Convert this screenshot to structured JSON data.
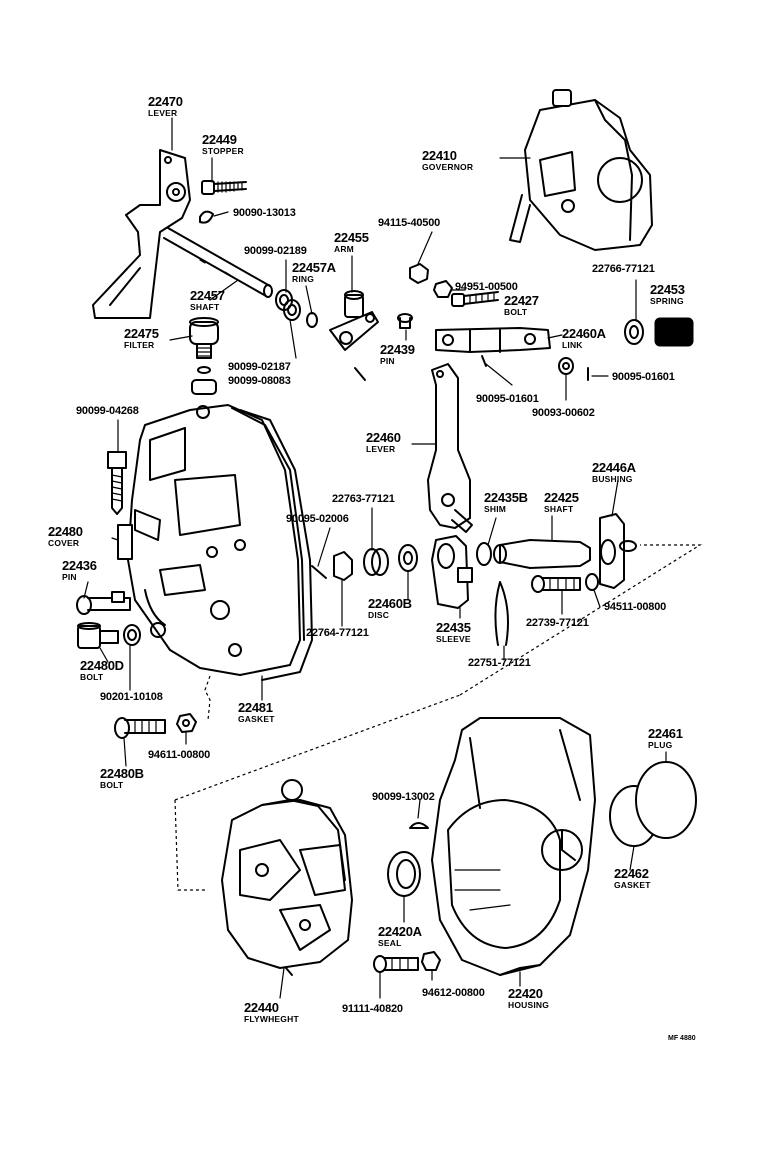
{
  "diagram": {
    "parts": [
      {
        "key": "p22470",
        "number": "22470",
        "name": "LEVER"
      },
      {
        "key": "p22449",
        "number": "22449",
        "name": "STOPPER"
      },
      {
        "key": "p90090_13013",
        "number": "90090-13013",
        "name": ""
      },
      {
        "key": "p22410",
        "number": "22410",
        "name": "GOVERNOR"
      },
      {
        "key": "p94115_40500",
        "number": "94115-40500",
        "name": ""
      },
      {
        "key": "p22455",
        "number": "22455",
        "name": "ARM"
      },
      {
        "key": "p90099_02189",
        "number": "90099-02189",
        "name": ""
      },
      {
        "key": "p22457A",
        "number": "22457A",
        "name": "RING"
      },
      {
        "key": "p22457",
        "number": "22457",
        "name": "SHAFT"
      },
      {
        "key": "p94951_00500",
        "number": "94951-00500",
        "name": ""
      },
      {
        "key": "p22766_77121",
        "number": "22766-77121",
        "name": ""
      },
      {
        "key": "p22453",
        "number": "22453",
        "name": "SPRING"
      },
      {
        "key": "p22427",
        "number": "22427",
        "name": "BOLT"
      },
      {
        "key": "p22475",
        "number": "22475",
        "name": "FILTER"
      },
      {
        "key": "p22460A",
        "number": "22460A",
        "name": "LINK"
      },
      {
        "key": "p22439",
        "number": "22439",
        "name": "PIN"
      },
      {
        "key": "p90099_02187",
        "number": "90099-02187",
        "name": ""
      },
      {
        "key": "p90099_08083",
        "number": "90099-08083",
        "name": ""
      },
      {
        "key": "p90095_01601a",
        "number": "90095-01601",
        "name": ""
      },
      {
        "key": "p90095_01601b",
        "number": "90095-01601",
        "name": ""
      },
      {
        "key": "p90093_00602",
        "number": "90093-00602",
        "name": ""
      },
      {
        "key": "p90099_04268",
        "number": "90099-04268",
        "name": ""
      },
      {
        "key": "p22460",
        "number": "22460",
        "name": "LEVER"
      },
      {
        "key": "p22446A",
        "number": "22446A",
        "name": "BUSHING"
      },
      {
        "key": "p22763_77121",
        "number": "22763-77121",
        "name": ""
      },
      {
        "key": "p22435B",
        "number": "22435B",
        "name": "SHIM"
      },
      {
        "key": "p22425",
        "number": "22425",
        "name": "SHAFT"
      },
      {
        "key": "p90095_02006",
        "number": "90095-02006",
        "name": ""
      },
      {
        "key": "p22480",
        "number": "22480",
        "name": "COVER"
      },
      {
        "key": "p22436",
        "number": "22436",
        "name": "PIN"
      },
      {
        "key": "p22460B",
        "number": "22460B",
        "name": "DISC"
      },
      {
        "key": "p94511_00800a",
        "number": "94511-00800",
        "name": ""
      },
      {
        "key": "p22739_77121",
        "number": "22739-77121",
        "name": ""
      },
      {
        "key": "p22764_77121",
        "number": "22764-77121",
        "name": ""
      },
      {
        "key": "p22435",
        "number": "22435",
        "name": "SLEEVE"
      },
      {
        "key": "p22480D",
        "number": "22480D",
        "name": "BOLT"
      },
      {
        "key": "p22751_77121",
        "number": "22751-77121",
        "name": ""
      },
      {
        "key": "p90201_10108",
        "number": "90201-10108",
        "name": ""
      },
      {
        "key": "p22481",
        "number": "22481",
        "name": "GASKET"
      },
      {
        "key": "p94611_00800",
        "number": "94611-00800",
        "name": ""
      },
      {
        "key": "p22480B",
        "number": "22480B",
        "name": "BOLT"
      },
      {
        "key": "p22461",
        "number": "22461",
        "name": "PLUG"
      },
      {
        "key": "p90099_13002",
        "number": "90099-13002",
        "name": ""
      },
      {
        "key": "p22462",
        "number": "22462",
        "name": "GASKET"
      },
      {
        "key": "p22420A",
        "number": "22420A",
        "name": "SEAL"
      },
      {
        "key": "p94612_00800",
        "number": "94612-00800",
        "name": ""
      },
      {
        "key": "p22420",
        "number": "22420",
        "name": "HOUSING"
      },
      {
        "key": "p91111_40820",
        "number": "91111-40820",
        "name": ""
      },
      {
        "key": "p22440",
        "number": "22440",
        "name": "FLYWHEGHT"
      }
    ],
    "figure_code": "MF 4880"
  }
}
